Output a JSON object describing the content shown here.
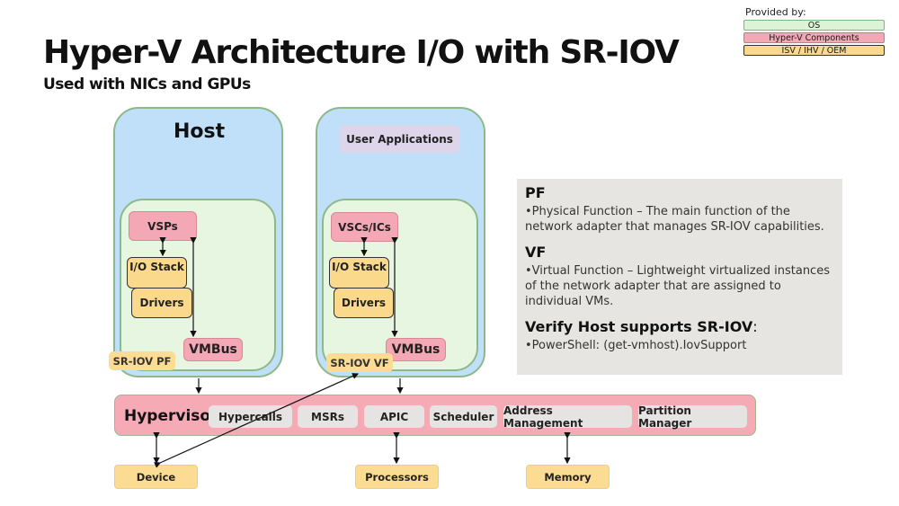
{
  "title": "Hyper-V Architecture I/O with SR-IOV",
  "subtitle": "Used with NICs and GPUs",
  "legend": {
    "title": "Provided by:",
    "items": [
      {
        "label": "OS",
        "color": "#dcf3d6"
      },
      {
        "label": "Hyper-V Components",
        "color": "#f4a8b4"
      },
      {
        "label": "ISV / IHV / OEM",
        "color": "#fbd98c"
      }
    ]
  },
  "host": {
    "label": "Host",
    "vsp": "VSPs",
    "io_stack": "I/O Stack",
    "drivers": "Drivers",
    "vmbus": "VMBus",
    "sriov_tag": "SR-IOV PF"
  },
  "guest": {
    "user_apps": "User Applications",
    "vsc": "VSCs/ICs",
    "io_stack": "I/O Stack",
    "drivers": "Drivers",
    "vmbus": "VMBus",
    "sriov_tag": "SR-IOV VF"
  },
  "hypervisor": {
    "label": "Hypervisor",
    "components": [
      "Hypercalls",
      "MSRs",
      "APIC",
      "Scheduler",
      "Address Management",
      "Partition Manager"
    ]
  },
  "hardware": [
    "Device",
    "Processors",
    "Memory"
  ],
  "info": {
    "pf_heading": "PF",
    "pf_text": "•Physical Function – The main function of the network adapter that manages SR-IOV capabilities.",
    "vf_heading": "VF",
    "vf_text": "•Virtual Function – Lightweight virtualized instances of the network adapter that are assigned to individual VMs.",
    "verify_heading": "Verify Host supports SR-IOV",
    "verify_colon": ":",
    "verify_text": "•PowerShell: (get-vmhost).IovSupport"
  }
}
